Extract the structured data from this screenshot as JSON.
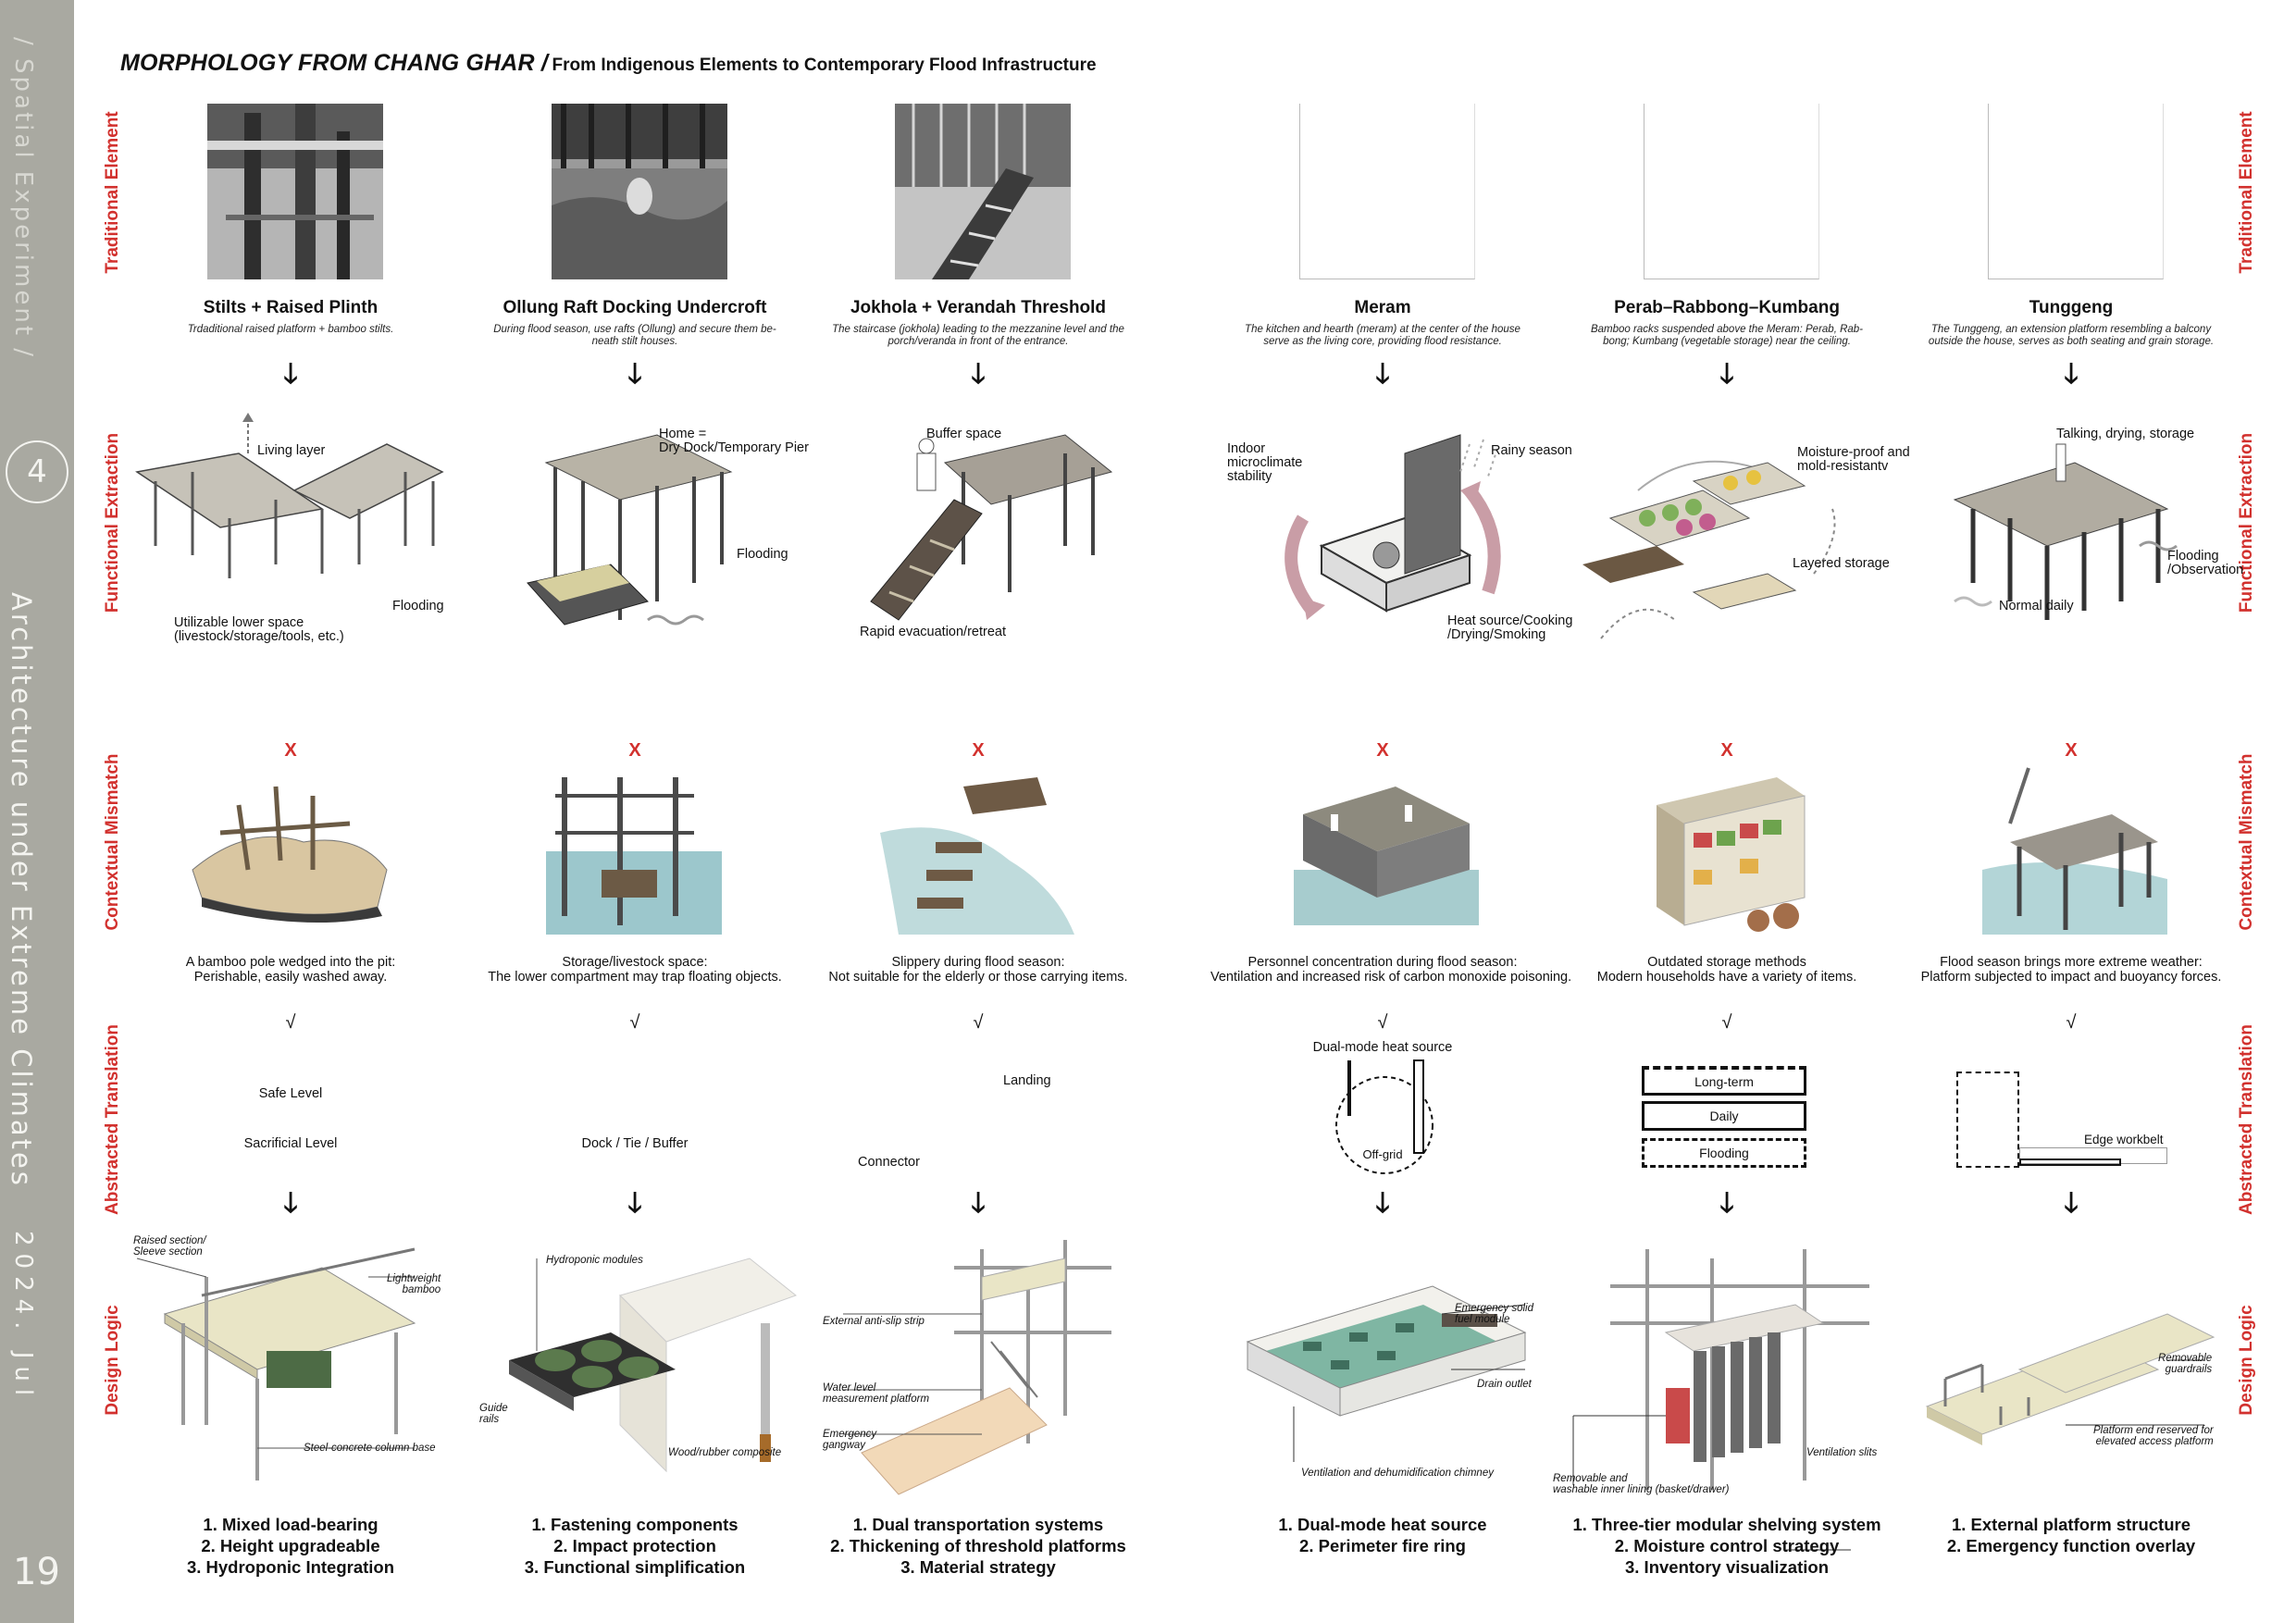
{
  "sidebar": {
    "breadcrumb": "/ Spatial Experiment /",
    "chapter_number": "4",
    "chapter_title": "Architecture under Extreme Climates",
    "date": "2024. Jul",
    "page_number": "19"
  },
  "header": {
    "title": "MORPHOLOGY FROM CHANG GHAR /",
    "subtitle": "From Indigenous Elements to Contemporary Flood Infrastructure"
  },
  "row_labels": [
    "Traditional Element",
    "Functional Extraction",
    "Contextual Mismatch",
    "Abstracted Translation",
    "Design Logic"
  ],
  "symbols": {
    "arrow": "🡓",
    "cross": "X",
    "check": "√"
  },
  "columns": [
    {
      "name": "Stilts + Raised Plinth",
      "description": "Trdaditional raised platform + bamboo stilts.",
      "functional_labels": [
        "Living layer",
        "Flooding",
        "Utilizable lower space\n(livestock/storage/tools, etc.)"
      ],
      "mismatch": "A bamboo pole wedged into the pit:\nPerishable, easily washed away.",
      "abstract_labels": [
        "Safe Level",
        "Sacrificial Level"
      ],
      "design_labels": [
        "Raised section/\nSleeve section",
        "Lightweight\nbamboo",
        "Steel-concrete column base"
      ],
      "logic": [
        "1. Mixed load-bearing",
        "2. Height upgradeable",
        "3. Hydroponic Integration"
      ]
    },
    {
      "name": "Ollung Raft Docking Undercroft",
      "description": "During flood season, use rafts (Ollung) and secure them be-\nneath stilt houses.",
      "functional_labels": [
        "Home =\nDry Dock/Temporary Pier",
        "Flooding"
      ],
      "mismatch": "Storage/livestock space:\nThe lower compartment may trap floating objects.",
      "abstract_labels": [
        "Dock / Tie / Buffer"
      ],
      "design_labels": [
        "Hydroponic modules",
        "Guide\nrails",
        "Wood/rubber composite"
      ],
      "logic": [
        "1. Fastening components",
        "2. Impact protection",
        "3. Functional simplification"
      ]
    },
    {
      "name": "Jokhola + Verandah Threshold",
      "description": "The staircase (jokhola) leading to the mezzanine level and the\nporch/veranda in front of the entrance.",
      "functional_labels": [
        "Buffer space",
        "Rapid evacuation/retreat"
      ],
      "mismatch": "Slippery during flood season:\nNot suitable for the elderly or those carrying items.",
      "abstract_labels": [
        "Landing",
        "Connector"
      ],
      "design_labels": [
        "External anti-slip strip",
        "Water level\nmeasurement platform",
        "Emergency\ngangway"
      ],
      "logic": [
        "1. Dual transportation systems",
        "2. Thickening of threshold platforms",
        "3. Material strategy"
      ]
    },
    {
      "name": "Meram",
      "description": "The kitchen and hearth (meram) at the center of the house\nserve as the living core, providing flood resistance.",
      "functional_labels": [
        "Indoor\nmicroclimate\nstability",
        "Rainy season",
        "Heat source/Cooking\n/Drying/Smoking"
      ],
      "mismatch": "Personnel concentration during flood season:\nVentilation and increased risk of carbon monoxide poisoning.",
      "abstract_labels": [
        "Dual-mode heat source",
        "Off-grid"
      ],
      "design_labels": [
        "Emergency solid\nfuel module",
        "Drain outlet",
        "Ventilation and dehumidification chimney"
      ],
      "logic": [
        "1. Dual-mode heat source",
        "2. Perimeter fire ring"
      ]
    },
    {
      "name": "Perab–Rabbong–Kumbang",
      "description": "Bamboo racks suspended above the Meram: Perab, Rab-\nbong; Kumbang (vegetable storage) near the ceiling.",
      "functional_labels": [
        "Moisture-proof and\nmold-resistantv",
        "Layered storage"
      ],
      "mismatch": "Outdated storage methods\nModern households have a variety of items.",
      "abstract_labels": [
        "Long-term",
        "Daily",
        "Flooding"
      ],
      "design_labels": [
        "Ventilation slits",
        "Removable and\nwashable inner lining (basket/drawer)"
      ],
      "logic": [
        "1. Three-tier modular shelving system",
        "2. Moisture control strategy",
        "3. Inventory visualization"
      ]
    },
    {
      "name": "Tunggeng",
      "description": "The Tunggeng, an extension platform resembling a balcony\noutside the house, serves as both seating and grain storage.",
      "functional_labels": [
        "Talking, drying, storage",
        "Flooding\n/Observation",
        "Normal daily"
      ],
      "mismatch": "Flood season brings more extreme weather:\nPlatform subjected to impact and buoyancy forces.",
      "abstract_labels": [
        "Edge workbelt"
      ],
      "design_labels": [
        "Removable\nguardrails",
        "Platform end reserved for\nelevated access platform"
      ],
      "logic": [
        "1. External platform structure",
        "2. Emergency function overlay"
      ]
    }
  ],
  "colors": {
    "accent_red": "#d2312e",
    "sidebar_grey": "#a9a9a1",
    "water_teal": "#9cc7cc",
    "bamboo_cream": "#e9e5c6"
  }
}
